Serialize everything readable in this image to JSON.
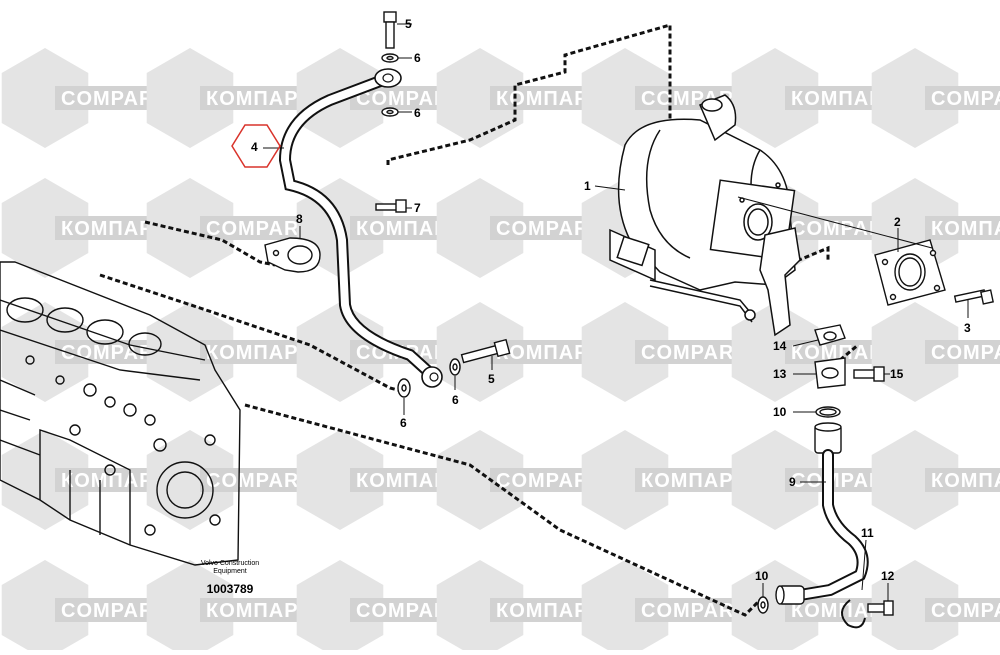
{
  "watermark": {
    "brand_latin": "COMPART",
    "brand_cyrillic": "КОМПАРТ"
  },
  "highlight_color": "#d9332b",
  "callouts": {
    "c1": "1",
    "c2": "2",
    "c3": "3",
    "c4": "4",
    "c5a": "5",
    "c5b": "5",
    "c6a": "6",
    "c6b": "6",
    "c6c": "6",
    "c6d": "6",
    "c7": "7",
    "c8": "8",
    "c9": "9",
    "c10a": "10",
    "c10b": "10",
    "c11": "11",
    "c12": "12",
    "c13": "13",
    "c14": "14",
    "c15": "15"
  },
  "caption": {
    "line1": "Volvo Construction",
    "line2": "Equipment",
    "number": "1003789"
  }
}
